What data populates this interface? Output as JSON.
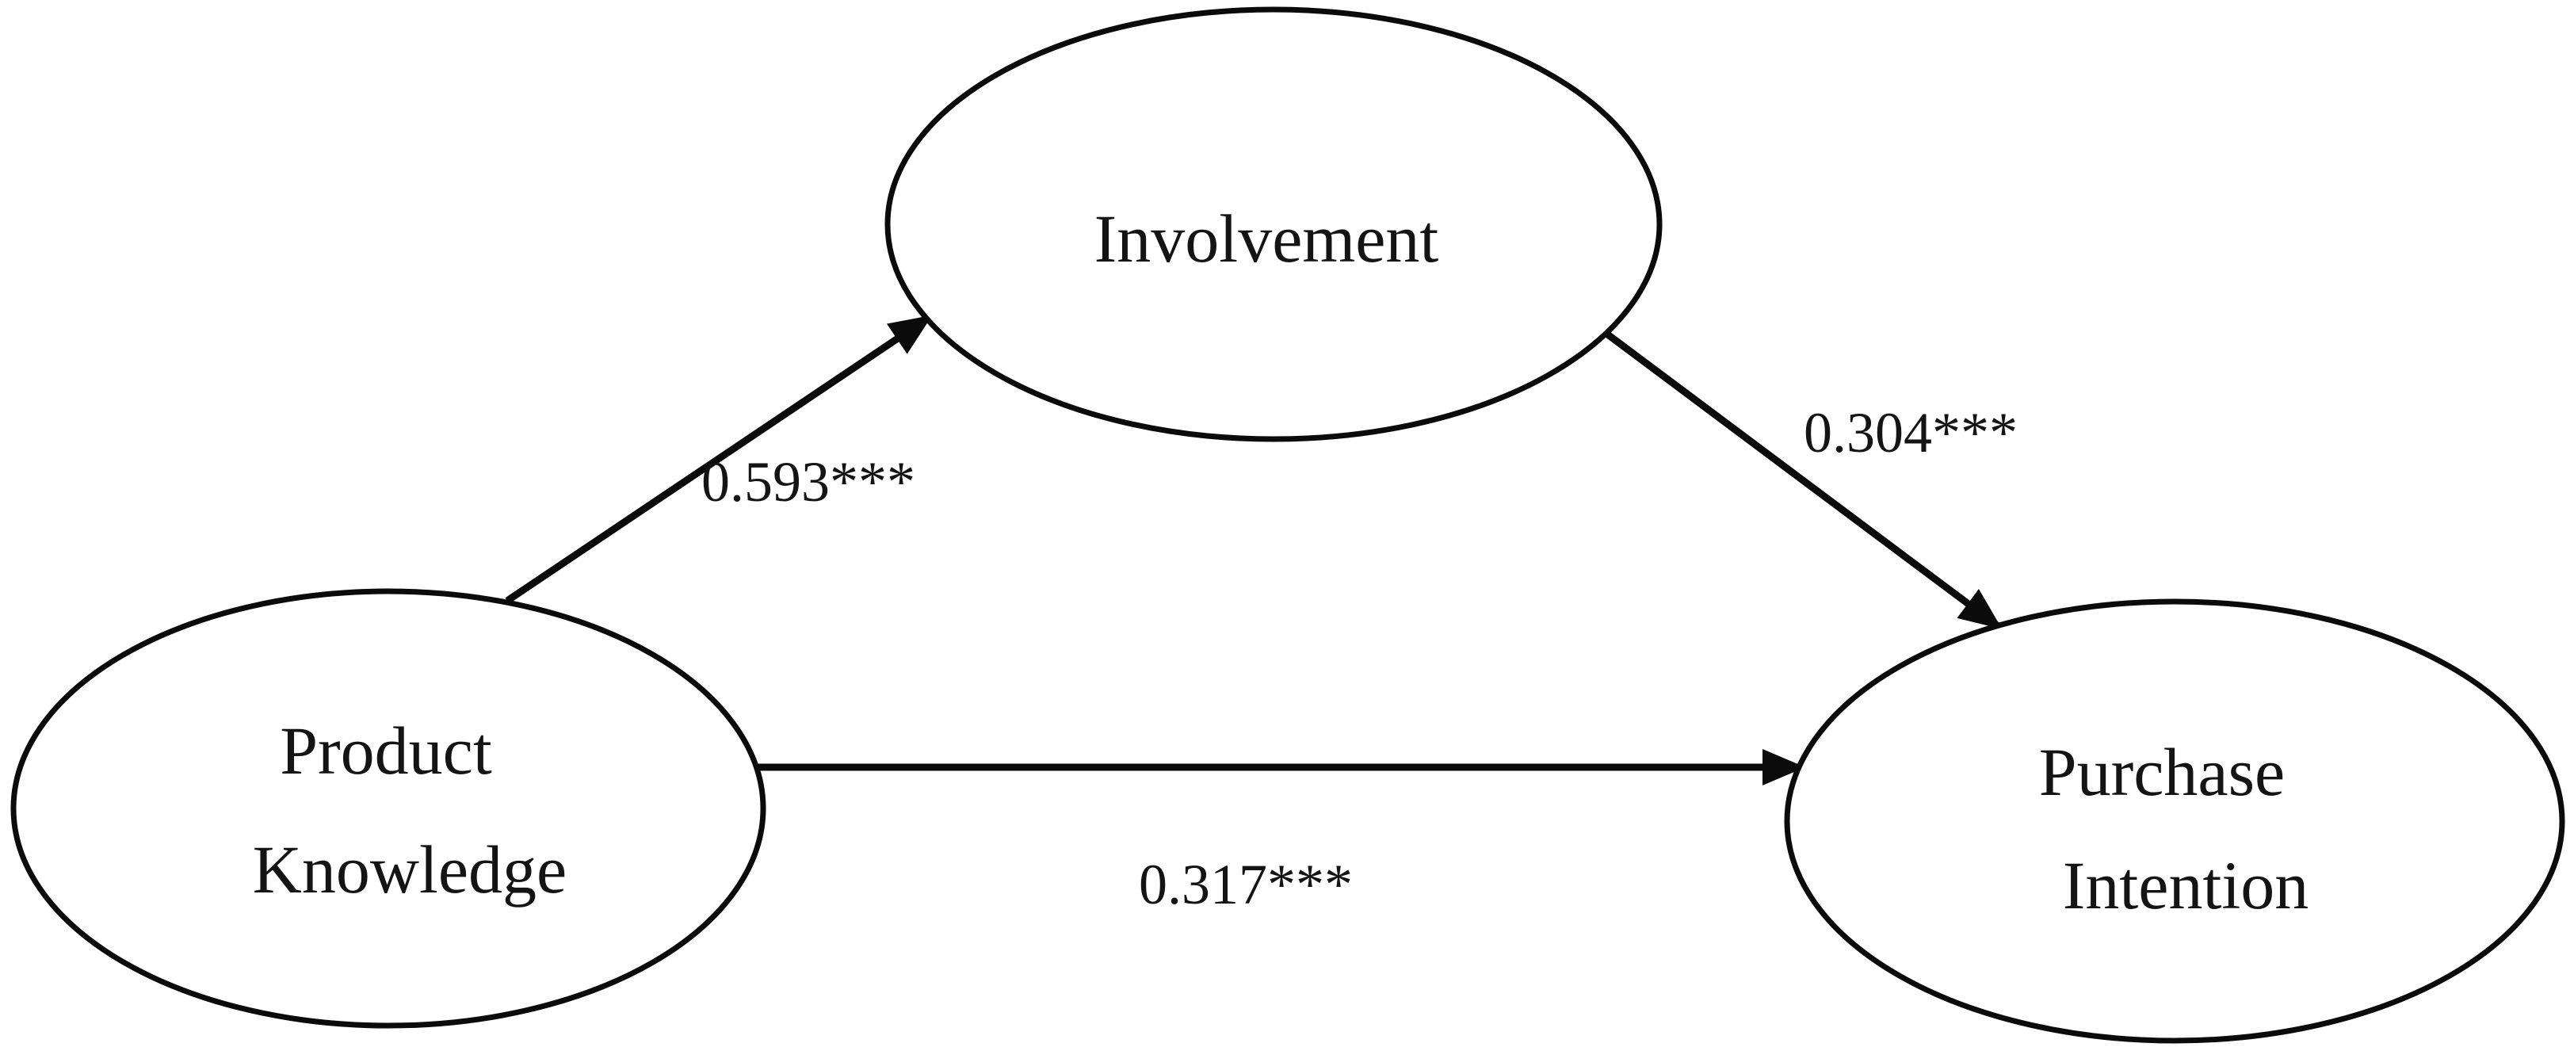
{
  "diagram": {
    "type": "mediation-path-model",
    "background_color": "#ffffff",
    "stroke_color": "#0b0b0b",
    "text_color": "#141414",
    "nodes": [
      {
        "id": "involvement",
        "shape": "ellipse",
        "label": "Involvement"
      },
      {
        "id": "product-knowledge",
        "shape": "ellipse",
        "label_line1": "Product",
        "label_line2": "Knowledge"
      },
      {
        "id": "purchase-intention",
        "shape": "ellipse",
        "label_line1": "Purchase",
        "label_line2": "Intention"
      }
    ],
    "edges": [
      {
        "from": "product-knowledge",
        "to": "involvement",
        "coefficient": "0.593***"
      },
      {
        "from": "involvement",
        "to": "purchase-intention",
        "coefficient": "0.304***"
      },
      {
        "from": "product-knowledge",
        "to": "purchase-intention",
        "coefficient": "0.317***"
      }
    ]
  }
}
